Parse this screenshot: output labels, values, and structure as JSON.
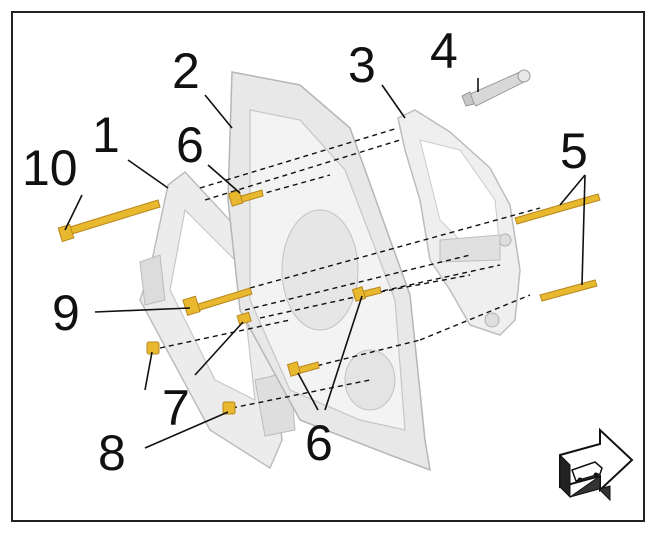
{
  "colors": {
    "bolt": "#e8b92e",
    "bolt_dark": "#b8861a",
    "panel": "#e9e9e9",
    "panel_edge": "#b9b9b9",
    "leader": "#111111",
    "frame": "#222222"
  },
  "callouts": {
    "c1": "1",
    "c2": "2",
    "c3": "3",
    "c4": "4",
    "c5": "5",
    "c6a": "6",
    "c6b": "6",
    "c7": "7",
    "c8": "8",
    "c9": "9",
    "c10": "10"
  },
  "icons": {
    "orientation": "forward-direction-vehicle-icon"
  }
}
